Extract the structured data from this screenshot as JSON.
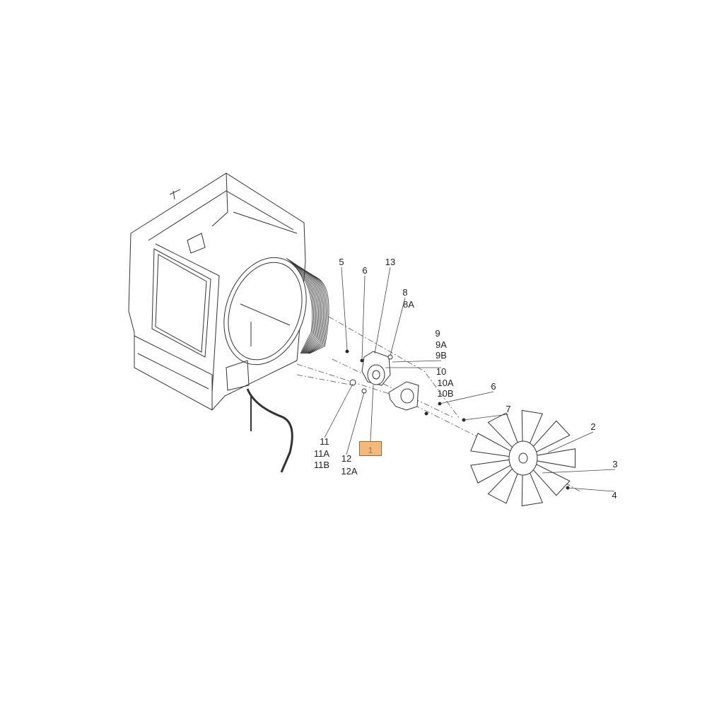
{
  "diagram": {
    "callouts": [
      "5",
      "6",
      "13",
      "8",
      "8A",
      "9",
      "9A",
      "9B",
      "10",
      "10A",
      "10B",
      "6",
      "7",
      "2",
      "3",
      "4",
      "11",
      "11A",
      "11B",
      "12",
      "12A"
    ],
    "highlighted_callout": "1",
    "highlight_color": "#f5b97a"
  }
}
